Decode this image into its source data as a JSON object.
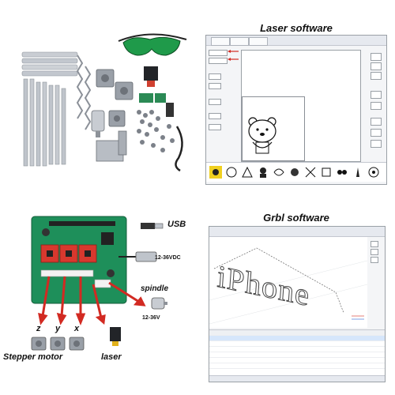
{
  "laser_panel": {
    "title": "Laser software"
  },
  "board_panel": {
    "usb_label": "USB",
    "voltage_label": "12-36VDC",
    "spindle_label": "spindle",
    "spindle_voltage": "12-36V",
    "axis_labels": [
      "z",
      "y",
      "x"
    ],
    "stepper_label": "Stepper motor",
    "laser_label": "laser"
  },
  "grbl_panel": {
    "title": "Grbl software",
    "canvas_text": "iPhone"
  },
  "colors": {
    "pcb_green": "#1e8f5a",
    "driver_red": "#d8382e",
    "arrow_red": "#d22a22",
    "rail_silver": "#bfc4cb"
  },
  "icons": [
    "usb-icon",
    "dc-jack-icon",
    "arrow-icon",
    "stepper-motor-icon",
    "laser-module-icon",
    "spindle-motor-icon",
    "goggles-icon"
  ]
}
